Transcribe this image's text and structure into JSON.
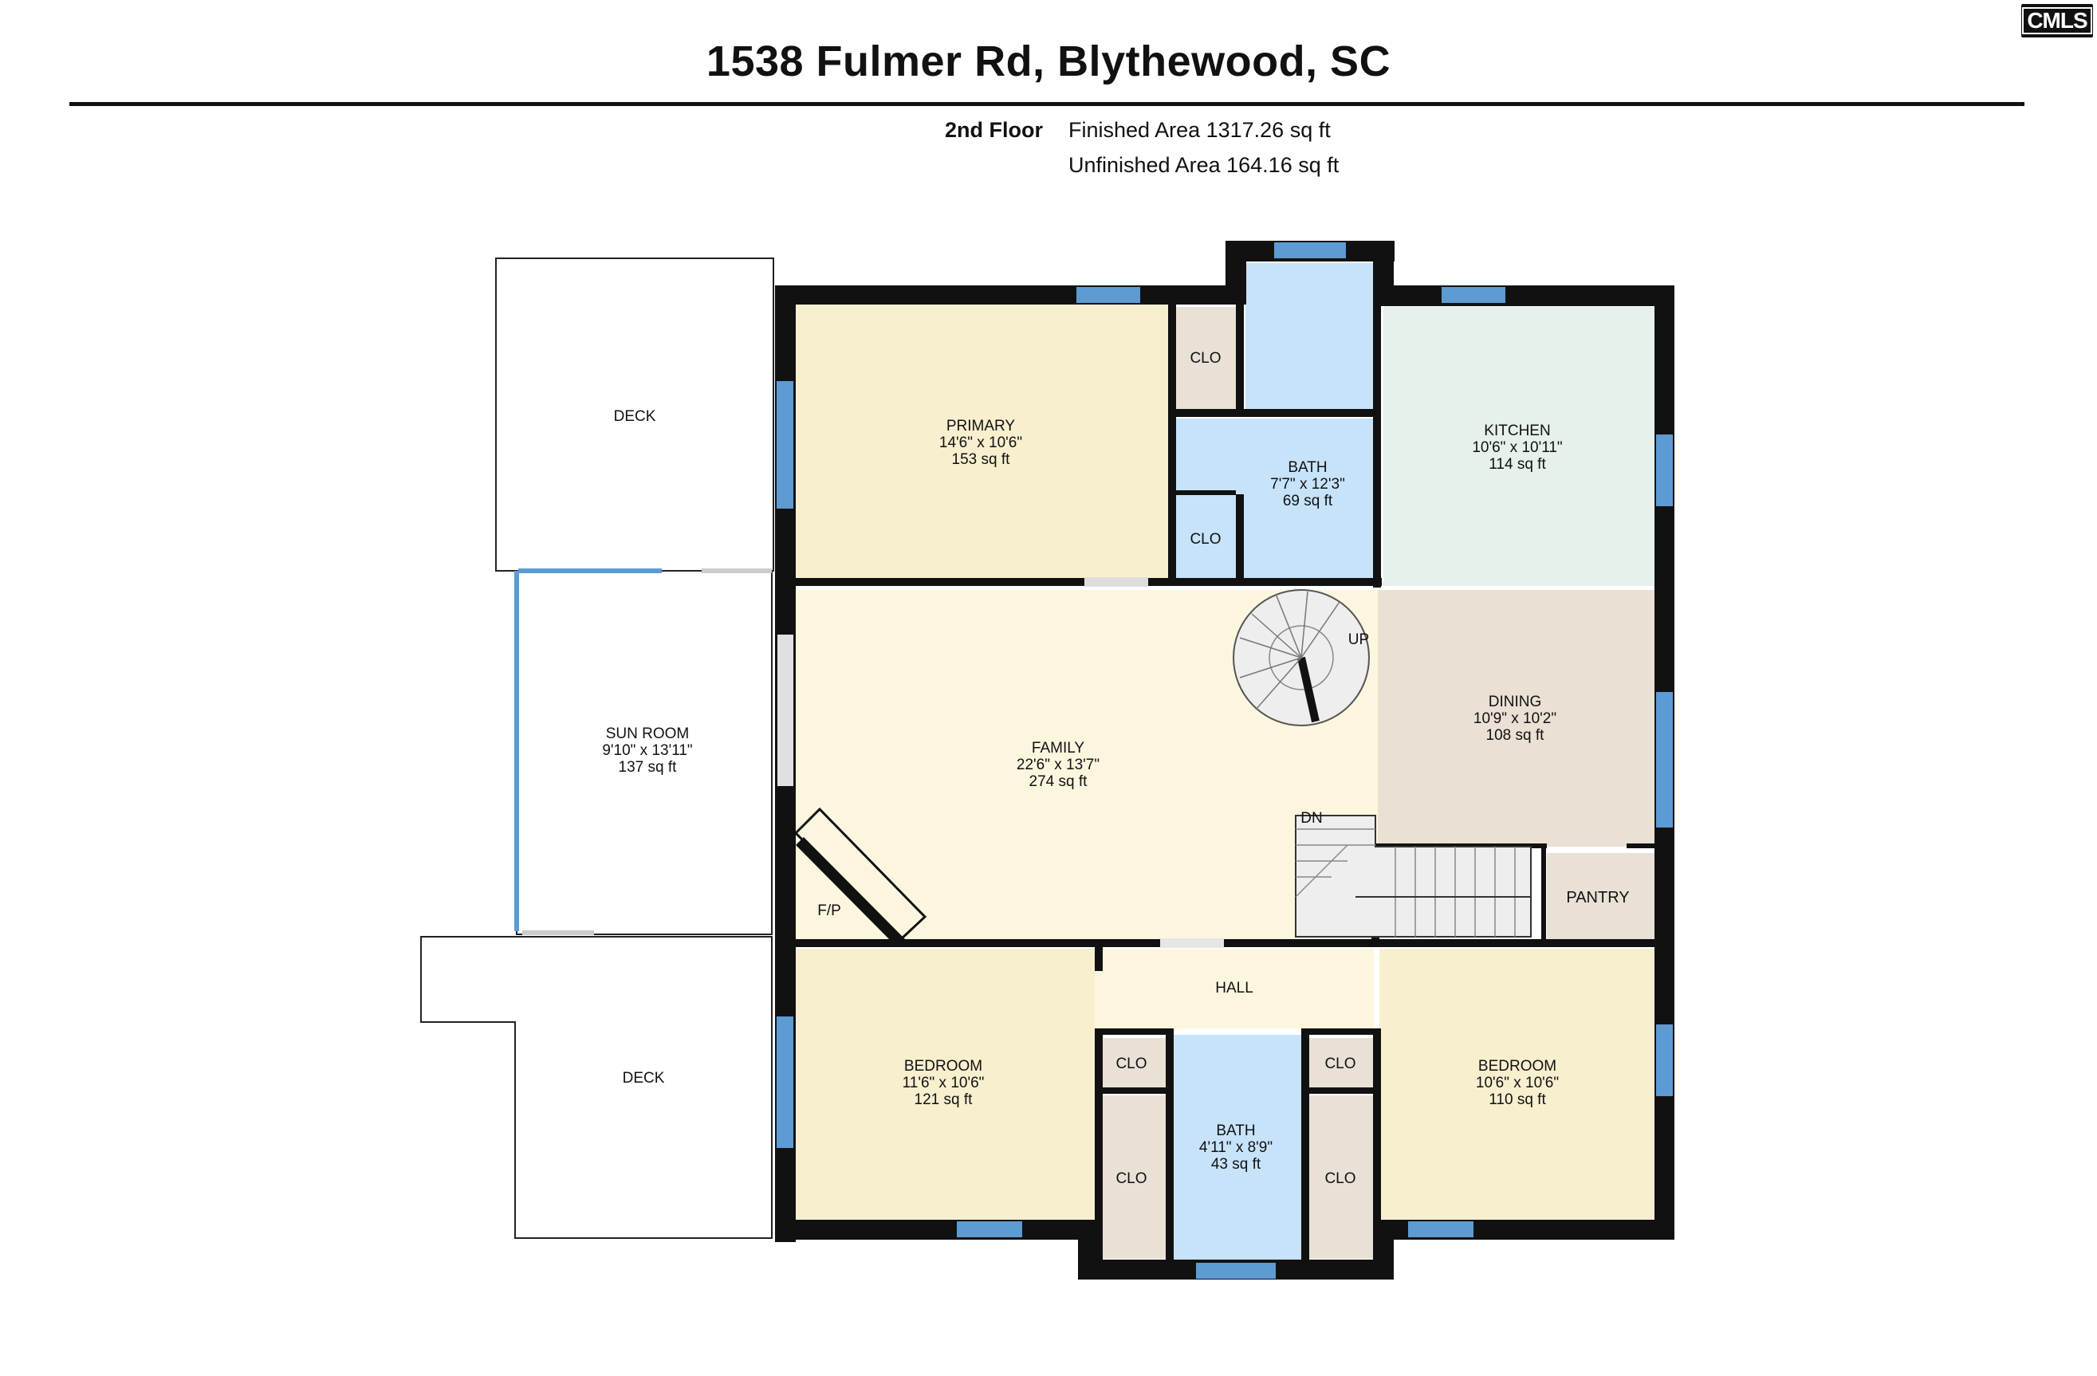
{
  "header": {
    "address": "1538 Fulmer Rd, Blythewood, SC",
    "floor": "2nd Floor",
    "finished_area": "Finished Area 1317.26 sq ft",
    "unfinished_area": "Unfinished Area 164.16 sq ft",
    "logo_text": "CMLS"
  },
  "colors": {
    "primary_bedroom": "#f8efcf",
    "bath": "#c7e3fa",
    "kitchen": "#e5f1ea",
    "dining": "#eae1d4",
    "family": "#fdf6df",
    "closet": "#e9e1d5",
    "hall": "#fdf6df",
    "wall": "#111111",
    "window": "#5d9bd3"
  },
  "rooms": {
    "deck_top": {
      "name": "DECK"
    },
    "primary": {
      "name": "PRIMARY",
      "dims": "14'6\" x 10'6\"",
      "area": "153 sq ft"
    },
    "clo_primary_top": {
      "name": "CLO"
    },
    "clo_primary_bottom": {
      "name": "CLO"
    },
    "bath_primary": {
      "name": "BATH",
      "dims": "7'7\" x 12'3\"",
      "area": "69 sq ft"
    },
    "kitchen": {
      "name": "KITCHEN",
      "dims": "10'6\" x 10'11\"",
      "area": "114 sq ft"
    },
    "sun_room": {
      "name": "SUN ROOM",
      "dims": "9'10\" x 13'11\"",
      "area": "137 sq ft"
    },
    "family": {
      "name": "FAMILY",
      "dims": "22'6\" x 13'7\"",
      "area": "274 sq ft"
    },
    "dining": {
      "name": "DINING",
      "dims": "10'9\" x 10'2\"",
      "area": "108 sq ft"
    },
    "pantry": {
      "name": "PANTRY"
    },
    "fireplace": {
      "name": "F/P"
    },
    "stairs_up": {
      "name": "UP"
    },
    "stairs_down": {
      "name": "DN"
    },
    "hall": {
      "name": "HALL"
    },
    "deck_bottom": {
      "name": "DECK"
    },
    "bedroom_left": {
      "name": "BEDROOM",
      "dims": "11'6\" x 10'6\"",
      "area": "121 sq ft"
    },
    "bedroom_right": {
      "name": "BEDROOM",
      "dims": "10'6\" x 10'6\"",
      "area": "110 sq ft"
    },
    "bath_hall": {
      "name": "BATH",
      "dims": "4'11\" x 8'9\"",
      "area": "43 sq ft"
    },
    "clo_bl_top": {
      "name": "CLO"
    },
    "clo_bl_bottom": {
      "name": "CLO"
    },
    "clo_br_top": {
      "name": "CLO"
    },
    "clo_br_bottom": {
      "name": "CLO"
    }
  }
}
